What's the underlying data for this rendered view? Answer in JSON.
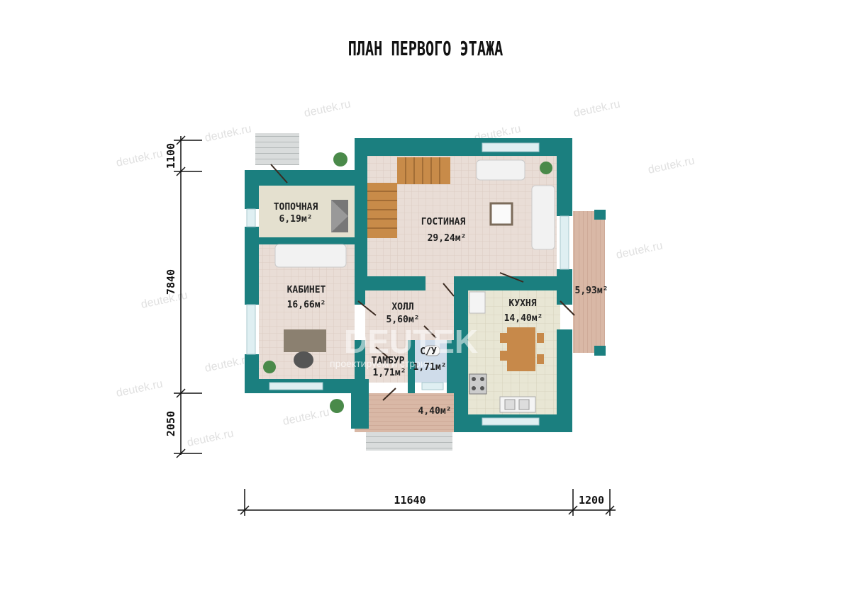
{
  "title": "ПЛАН ПЕРВОГО ЭТАЖА",
  "rooms": {
    "boiler": {
      "name": "ТОПОЧНАЯ",
      "area": "6,19м²"
    },
    "living": {
      "name": "ГОСТИНАЯ",
      "area": "29,24м²"
    },
    "study": {
      "name": "КАБИНЕТ",
      "area": "16,66м²"
    },
    "hall": {
      "name": "ХОЛЛ",
      "area": "5,60м²"
    },
    "kitchen": {
      "name": "КУХНЯ",
      "area": "14,40м²"
    },
    "vestibule": {
      "name": "ТАМБУР",
      "area": "1,71м²"
    },
    "wc": {
      "name": "С/У",
      "area": "1,71м²"
    },
    "porch": {
      "area": "4,40м²"
    },
    "terrace": {
      "area": "5,93м²"
    }
  },
  "dimensions": {
    "left_top": "1100",
    "left_mid": "7840",
    "left_bottom": "2050",
    "bottom_main": "11640",
    "bottom_right": "1200"
  },
  "watermark": {
    "site": "deutek.ru",
    "brand": "DEUTEK",
    "slogan": "проектируем и строим"
  },
  "colors": {
    "wall": "#1a7e7e",
    "floor": "#e8d9d2",
    "tile": "#e6e4d0",
    "wood": "#d5b49a",
    "stairs": "#c98a47"
  }
}
